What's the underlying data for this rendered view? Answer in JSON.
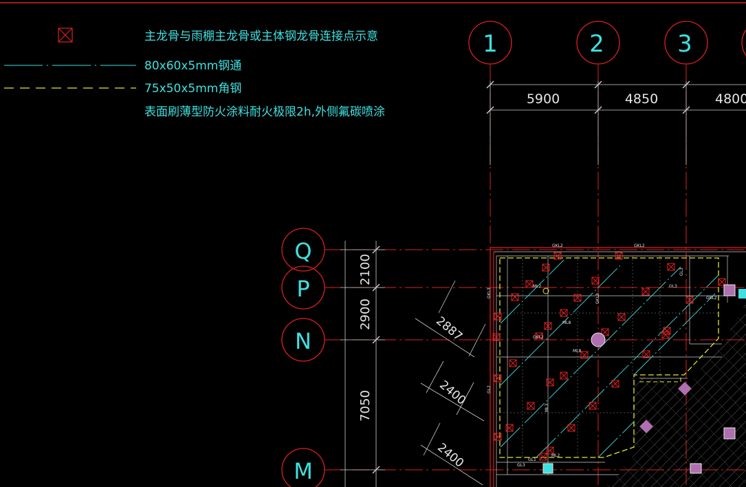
{
  "legend": {
    "items": [
      {
        "label": "主龙骨与雨棚主龙骨或主体钢龙骨连接点示意",
        "symbol": "cross-box"
      },
      {
        "label": "80x60x5mm钢通",
        "symbol": "dash-dot-line"
      },
      {
        "label": "75x50x5mm角钢",
        "symbol": "dashed-yellow-line"
      },
      {
        "label": "表面刷薄型防火涂料耐火极限2h,外侧氟碳喷涂",
        "symbol": "none"
      }
    ]
  },
  "grid_columns": [
    "1",
    "2",
    "3"
  ],
  "grid_rows": [
    "Q",
    "P",
    "N",
    "M"
  ],
  "horizontal_dimensions": [
    "5900",
    "4850",
    "4800"
  ],
  "vertical_dimensions": [
    "2100",
    "2900",
    "7050"
  ],
  "diagonal_dimensions": [
    "2887",
    "2400",
    "2400"
  ],
  "member_tags": [
    "GKL2",
    "GKL2",
    "GL3",
    "GL3",
    "ML2",
    "GKL3",
    "GKL2",
    "ML8",
    "GKL3",
    "ML8",
    "GKL2",
    "GL2",
    "ML3",
    "ML2",
    "GL1",
    "GL3"
  ],
  "colors": {
    "background": "#000000",
    "grid_line": "#e02020",
    "bubble": "#e02020",
    "label_text": "#3fe0e0",
    "dimension_text": "#e6e6e6",
    "angle_steel": "#e8e830",
    "steel_tube": "#3fe0e0",
    "connection_marker": "#e02020",
    "column": "#b070b0"
  }
}
